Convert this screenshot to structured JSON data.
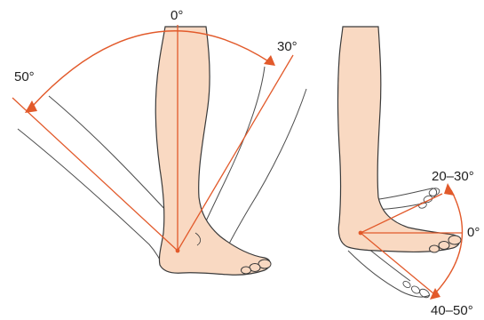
{
  "colors": {
    "skin": "#f9d9c2",
    "skin_shadow": "#f1c3a5",
    "outline": "#3a3a3a",
    "sketch": "#4d4d4d",
    "axis": "#e25a2b",
    "arc": "#e25a2b",
    "text": "#1f1f1f"
  },
  "left_panel": {
    "neutral_label": "0°",
    "forward_label": "30°",
    "backward_label": "50°"
  },
  "right_panel": {
    "up_label": "20–30°",
    "neutral_label": "0°",
    "down_label": "40–50°"
  }
}
